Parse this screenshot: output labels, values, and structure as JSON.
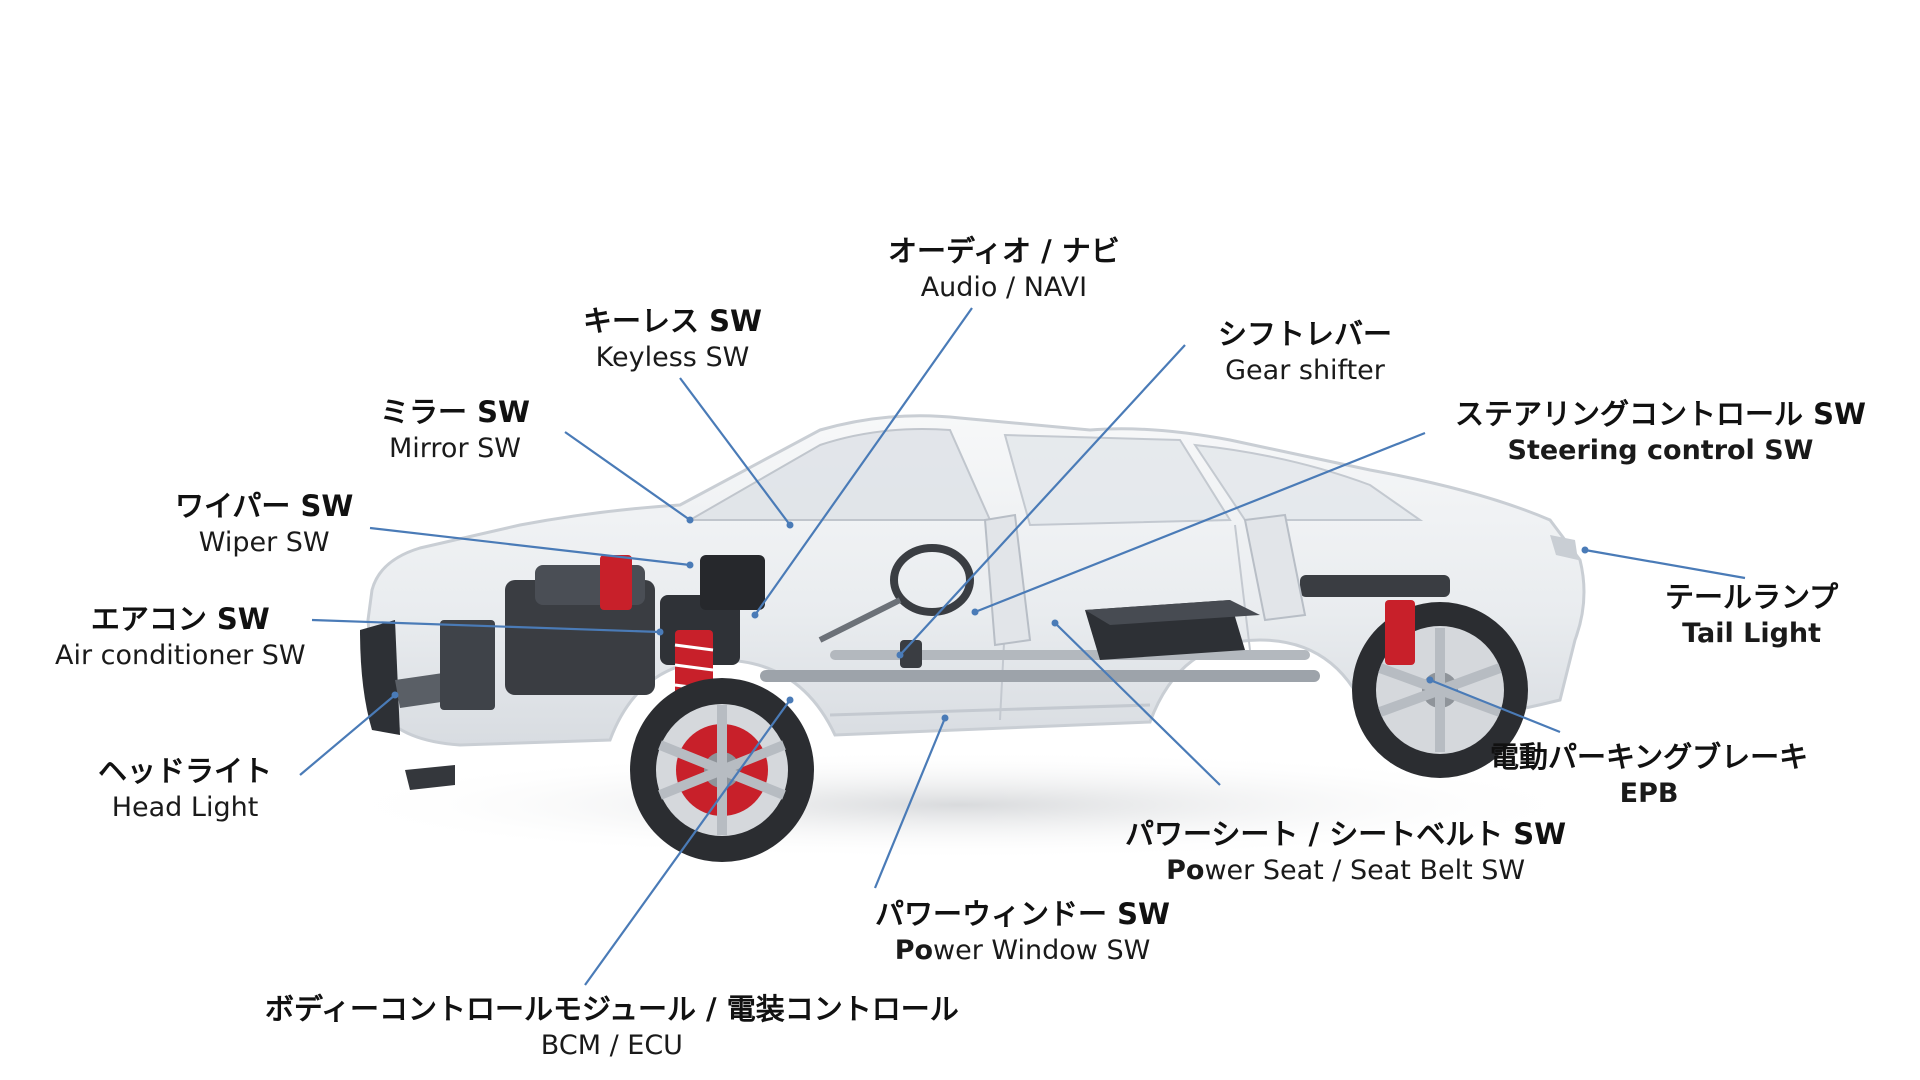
{
  "colors": {
    "leader": "#4a7bb7",
    "body_shell": "#eef0f2",
    "body_stroke": "#c9ced4",
    "mechanics": "#3a3d42",
    "brake": "#c8202a",
    "tyre": "#2b2d31",
    "text": "#111111"
  },
  "labels": {
    "audio": {
      "jp": "オーディオ / ナビ",
      "en": "Audio / NAVI"
    },
    "keyless": {
      "jp": "キーレス SW",
      "en": "Keyless SW"
    },
    "shift": {
      "jp": "シフトレバー",
      "en": "Gear shifter"
    },
    "mirror": {
      "jp": "ミラー SW",
      "en": "Mirror SW"
    },
    "steering": {
      "jp": "ステアリングコントロール SW",
      "en": "Steering control SW"
    },
    "wiper": {
      "jp": "ワイパー SW",
      "en": "Wiper SW"
    },
    "tail": {
      "jp": "テールランプ",
      "en": "Tail Light"
    },
    "aircon": {
      "jp": "エアコン SW",
      "en": "Air conditioner SW"
    },
    "epb": {
      "jp": "電動パーキングブレーキ",
      "en": "EPB"
    },
    "head": {
      "jp": "ヘッドライト",
      "en": "Head Light"
    },
    "seat": {
      "jp": "パワーシート / シートベルト SW",
      "en_bold": "Po",
      "en_rest": "wer Seat / Seat Belt SW"
    },
    "window": {
      "jp": "パワーウィンドー SW",
      "en_bold": "Po",
      "en_rest": "wer Window SW"
    },
    "bcm": {
      "jp": "ボディーコントロールモジュール / 電装コントロール",
      "en": "BCM / ECU"
    }
  }
}
